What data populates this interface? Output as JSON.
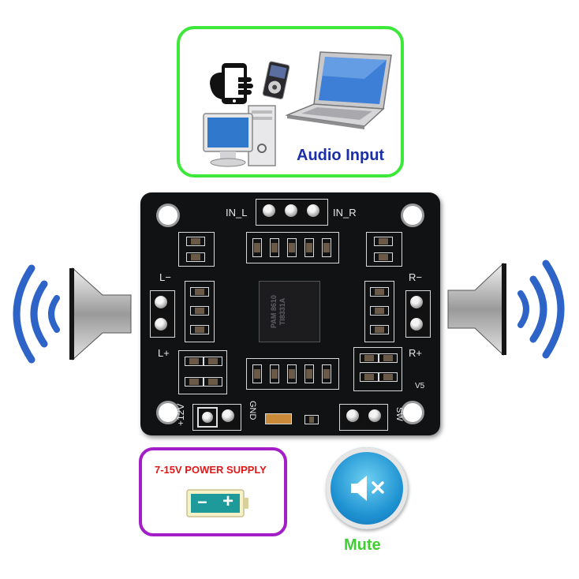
{
  "audio_input": {
    "label": "Audio Input"
  },
  "board_labels": {
    "in_l": "IN_L",
    "in_r": "IN_R",
    "l_minus": "L−",
    "l_plus": "L+",
    "r_minus": "R−",
    "r_plus": "R+",
    "plus_12v": "+12V",
    "gnd": "GND",
    "sw": "SW",
    "v5": "V5",
    "chip_text": "PAM 8610 TI8331A"
  },
  "power": {
    "label": "7-15V POWER SUPPLY",
    "minus": "−",
    "plus": "+"
  },
  "mute": {
    "label": "Mute"
  },
  "colors": {
    "audio_box_border": "#3ee83a",
    "audio_label": "#1a2fa8",
    "power_box_border": "#a41ec8",
    "power_label": "#e01818",
    "mute_label": "#3ecf30",
    "sound_waves": "#2e63c8",
    "board": "#111214"
  },
  "icons": [
    "smartphone-icon",
    "music-player-icon",
    "laptop-icon",
    "desktop-computer-icon",
    "speaker-left-icon",
    "speaker-right-icon",
    "battery-icon",
    "mute-speaker-icon"
  ]
}
